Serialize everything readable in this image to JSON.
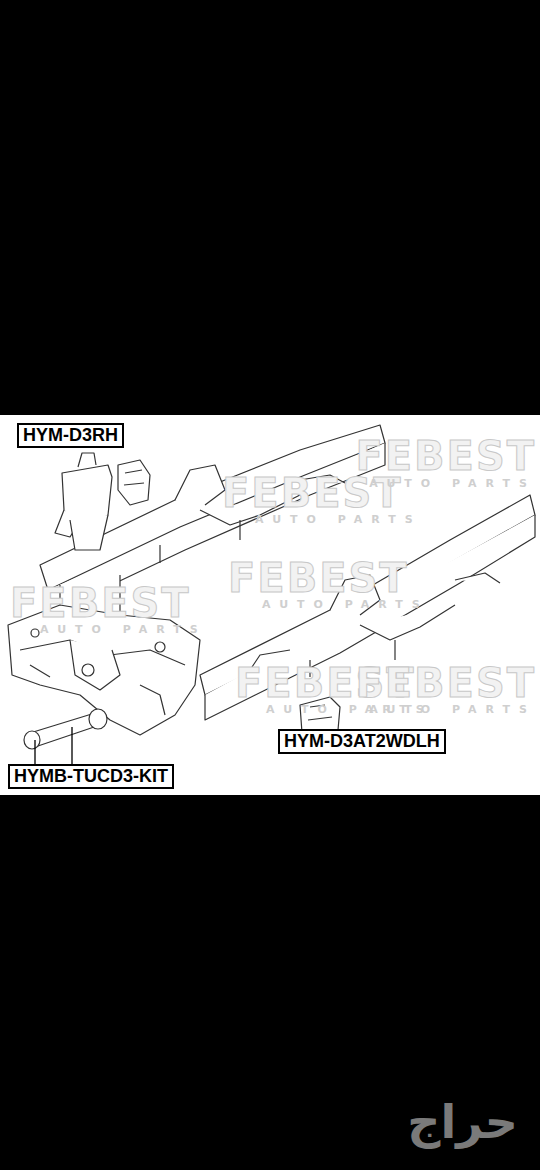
{
  "diagram": {
    "nodes": [
      {
        "text": [
          "HYM-D3RH"
        ]
      },
      {
        "text": [
          "HYMB-TUCD3-KIT"
        ]
      },
      {
        "text": [
          "HYM-D3AT2WDLH"
        ]
      }
    ],
    "labels": [
      "FEBEST",
      "AUTO PARTS",
      "FEBEST",
      "AUTO PARTS",
      "FEBEST",
      "AUTO PARTS",
      "FEBEST",
      "AUTO PARTS",
      "FEBEST",
      "AUTO PARTS",
      "FEBEST",
      "AUTO PARTS",
      "حراج"
    ]
  }
}
